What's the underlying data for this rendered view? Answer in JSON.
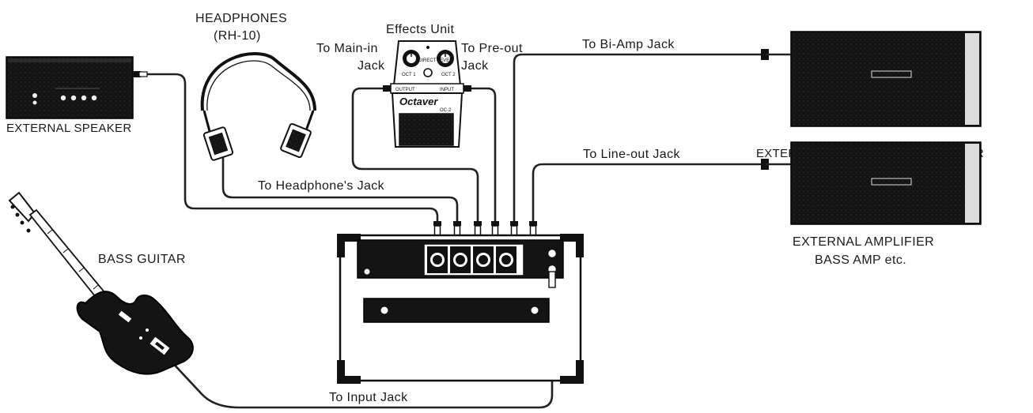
{
  "labels": {
    "headphones_title": "HEADPHONES",
    "headphones_model": "(RH-10)",
    "effects_unit": "Effects Unit",
    "to_main_in_1": "To Main-in",
    "to_main_in_2": "Jack",
    "to_pre_out_1": "To Pre-out",
    "to_pre_out_2": "Jack",
    "to_bi_amp": "To Bi-Amp Jack",
    "to_line_out": "To Line-out Jack",
    "to_headphones": "To Headphone's Jack",
    "to_input": "To Input Jack",
    "external_speaker": "EXTERNAL SPEAKER",
    "ext_amp_speaker": "EXTERNAL AMPLIFIER WITH SPEAKER",
    "ext_amp_1": "EXTERNAL AMPLIFIER",
    "ext_amp_2": "BASS AMP etc.",
    "bass_guitar": "BASS GUITAR",
    "pedal_brand": "Octaver",
    "pedal_model": "OC-2",
    "pedal_output": "OUTPUT",
    "pedal_input": "INPUT",
    "pedal_oct1": "OCT 1",
    "pedal_oct2": "OCT 2",
    "pedal_direct": "DIRECT LEVEL"
  }
}
